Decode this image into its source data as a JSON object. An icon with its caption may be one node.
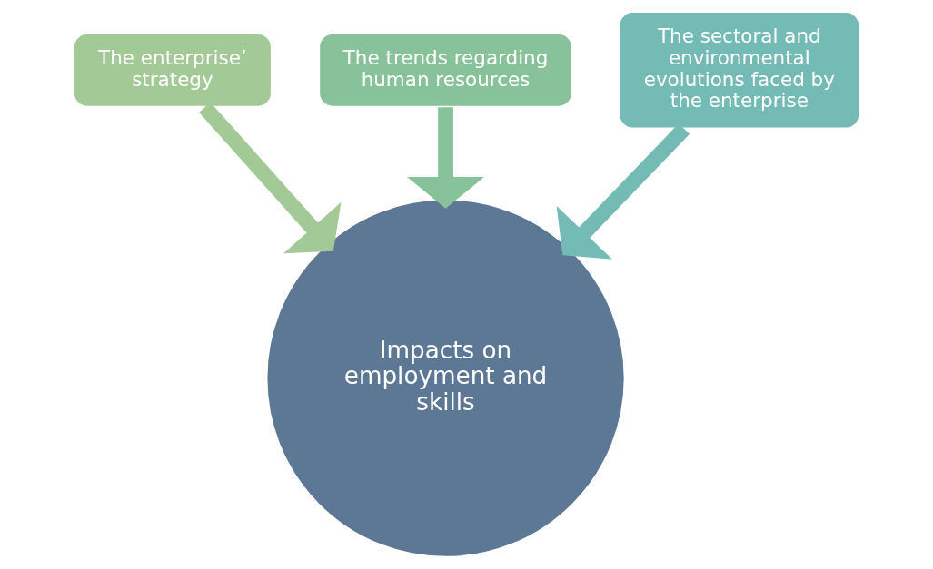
{
  "diagram": {
    "nodes": [
      {
        "text": [
          "The enterprise’ strategy"
        ]
      },
      {
        "text": [
          "The trends regarding human resources"
        ]
      },
      {
        "text": [
          "The sectoral and environmental evolutions faced by the enterprise"
        ]
      },
      {
        "text": [
          "Impacts on employment and skills"
        ]
      }
    ],
    "edges": [
      {
        "from": 0,
        "to": 3,
        "arrow": "to",
        "color": "#a3c996"
      },
      {
        "from": 1,
        "to": 3,
        "arrow": "to",
        "color": "#88c29b"
      },
      {
        "from": 2,
        "to": 3,
        "arrow": "to",
        "color": "#74bab5"
      }
    ]
  }
}
